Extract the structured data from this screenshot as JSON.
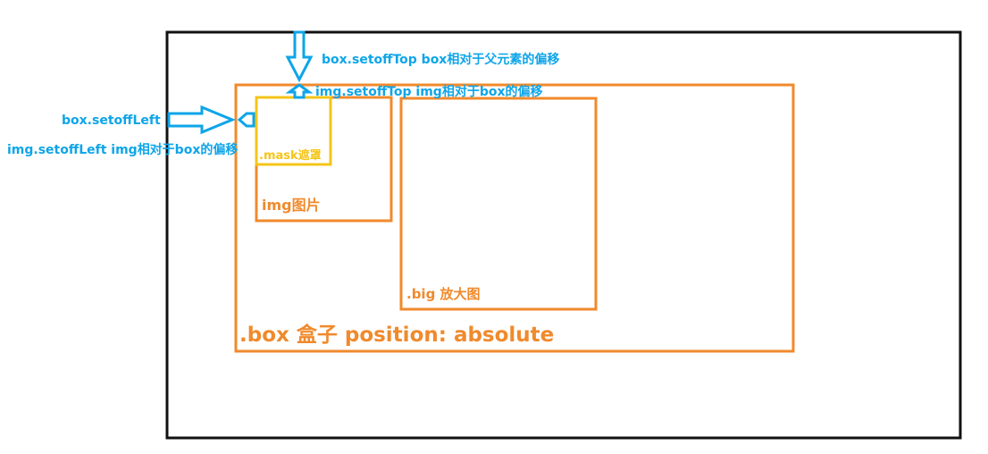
{
  "labels": {
    "box_offset_top": "box.setoffTop   box相对于父元素的偏移",
    "img_offset_top": "img.setoffTop  img相对于box的偏移",
    "box_offset_left": "box.setoffLeft",
    "img_offset_left": "img.setoffLeft  img相对于box的偏移",
    "mask": ".mask遮罩",
    "img": "img图片",
    "big": ".big 放大图",
    "box": ".box 盒子  position: absolute"
  },
  "colors": {
    "outer": "#111111",
    "box": "#f08a2c",
    "mask": "#f5c518",
    "arrow": "#0ea5e9"
  }
}
